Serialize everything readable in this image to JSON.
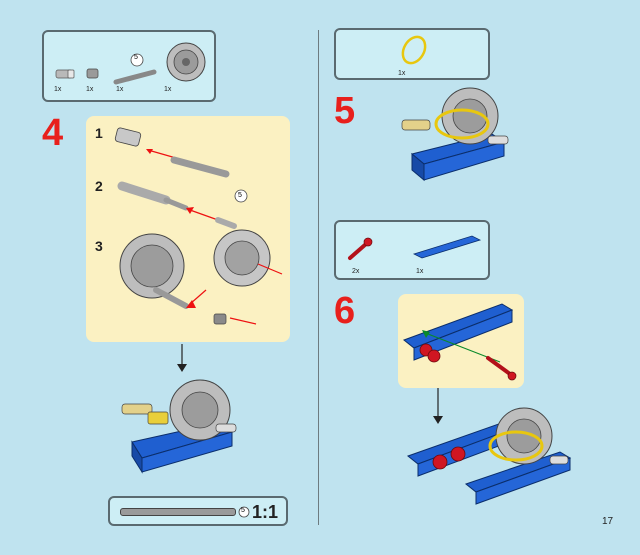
{
  "page": {
    "number": "17"
  },
  "left": {
    "parts_callout": {
      "items": [
        {
          "name": "axle-pin",
          "qty": "1x"
        },
        {
          "name": "bush",
          "qty": "1x"
        },
        {
          "name": "axle",
          "qty": "1x",
          "length": "5"
        },
        {
          "name": "wheel-hub",
          "qty": "1x"
        }
      ]
    },
    "step": {
      "number": "4",
      "substeps": [
        {
          "number": "1"
        },
        {
          "number": "2",
          "axle_length": "5"
        },
        {
          "number": "3"
        }
      ]
    },
    "scale": {
      "label": "1:1",
      "axle_length": "5"
    }
  },
  "right": {
    "parts_callout_a": {
      "items": [
        {
          "name": "rubber-band",
          "qty": "1x"
        }
      ]
    },
    "step_a": {
      "number": "5"
    },
    "parts_callout_b": {
      "items": [
        {
          "name": "red-pin",
          "qty": "2x"
        },
        {
          "name": "blue-beam",
          "qty": "1x"
        }
      ]
    },
    "step_b": {
      "number": "6"
    }
  },
  "colors": {
    "step_red": "#e8201c",
    "panel_yellow": "#fbf1c2",
    "callout_bg": "#cdeef5",
    "page_bg": "#bfe3ef"
  }
}
